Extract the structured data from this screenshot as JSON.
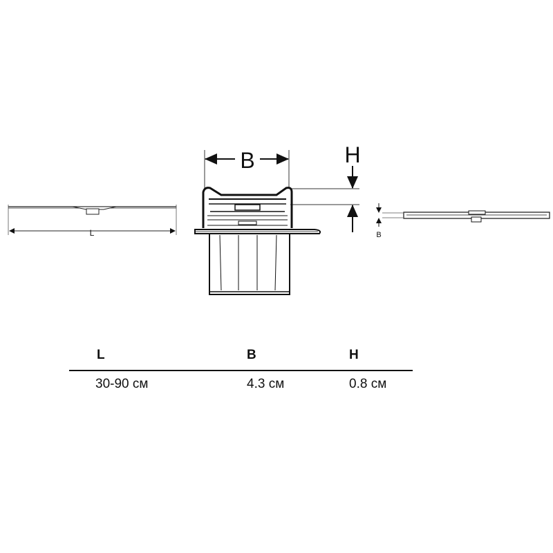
{
  "diagram": {
    "labels": {
      "length": "L",
      "width": "B",
      "height": "H",
      "side_width": "B"
    }
  },
  "table": {
    "headers": [
      "L",
      "B",
      "H"
    ],
    "values": [
      "30-90 см",
      "4.3 см",
      "0.8 см"
    ]
  }
}
